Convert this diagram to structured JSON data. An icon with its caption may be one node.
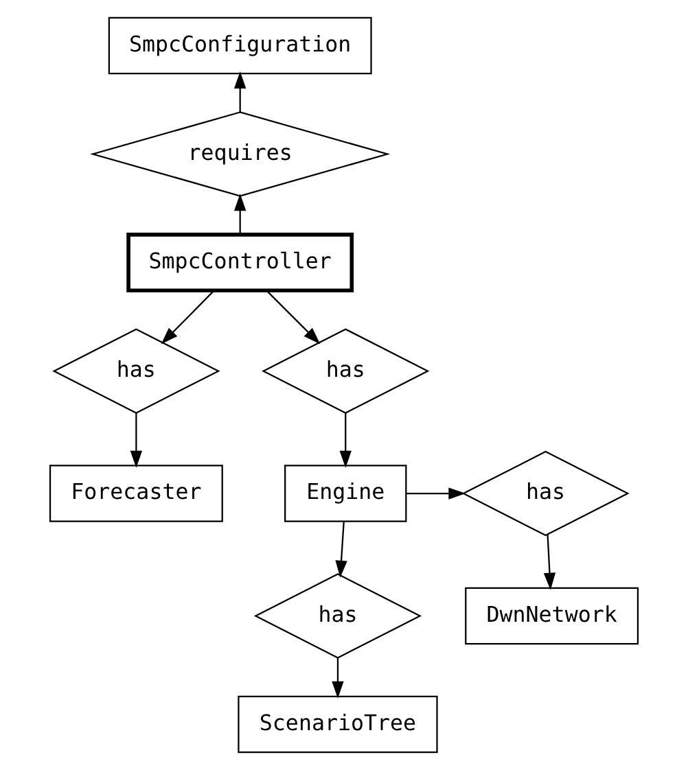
{
  "diagram": {
    "nodes": [
      {
        "text": [
          "SmpcConfiguration"
        ]
      },
      {
        "text": [
          "requires"
        ]
      },
      {
        "text": [
          "SmpcController"
        ]
      },
      {
        "text": [
          "has"
        ]
      },
      {
        "text": [
          "has"
        ]
      },
      {
        "text": [
          "Forecaster"
        ]
      },
      {
        "text": [
          "Engine"
        ]
      },
      {
        "text": [
          "has"
        ]
      },
      {
        "text": [
          "DwnNetwork"
        ]
      },
      {
        "text": [
          "has"
        ]
      },
      {
        "text": [
          "ScenarioTree"
        ]
      }
    ],
    "edges": [
      {
        "from": 2,
        "to": 1,
        "arrow": "to"
      },
      {
        "from": 1,
        "to": 0,
        "arrow": "to"
      },
      {
        "from": 2,
        "to": 3,
        "arrow": "to"
      },
      {
        "from": 2,
        "to": 4,
        "arrow": "to"
      },
      {
        "from": 3,
        "to": 5,
        "arrow": "to"
      },
      {
        "from": 4,
        "to": 6,
        "arrow": "to"
      },
      {
        "from": 6,
        "to": 7,
        "arrow": "to"
      },
      {
        "from": 7,
        "to": 8,
        "arrow": "to"
      },
      {
        "from": 6,
        "to": 9,
        "arrow": "to"
      },
      {
        "from": 9,
        "to": 10,
        "arrow": "to"
      }
    ]
  }
}
